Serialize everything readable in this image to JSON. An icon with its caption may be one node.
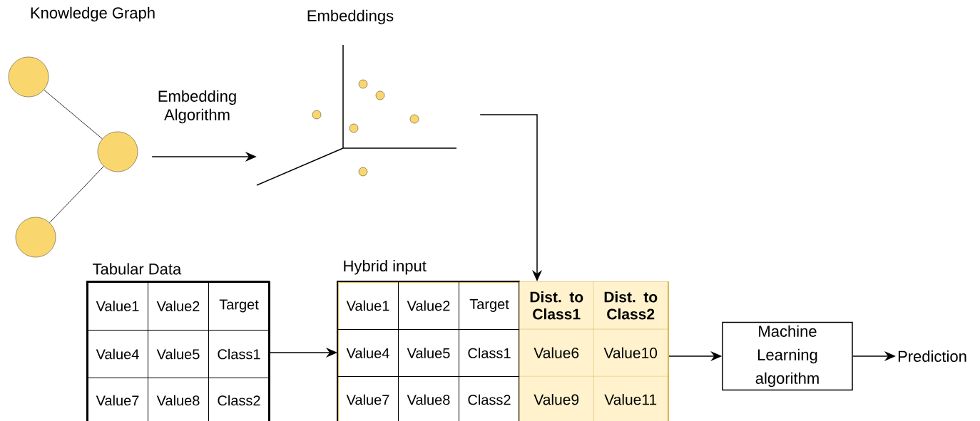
{
  "diagram": {
    "nodes": [
      {
        "text": [],
        "shape": "circle"
      },
      {
        "text": [],
        "shape": "circle"
      },
      {
        "text": [],
        "shape": "circle"
      },
      {
        "text": [
          "Embeddings"
        ]
      },
      {
        "text": [
          "Tabular Data"
        ]
      },
      {
        "text": [
          "Value1"
        ],
        "in": 4
      },
      {
        "text": [
          "Value2"
        ],
        "in": 4
      },
      {
        "text": [
          "Target"
        ],
        "in": 4
      },
      {
        "text": [
          "Value4"
        ],
        "in": 4
      },
      {
        "text": [
          "Value5"
        ],
        "in": 4
      },
      {
        "text": [
          "Class1"
        ],
        "in": 4
      },
      {
        "text": [
          "Value7"
        ],
        "in": 4
      },
      {
        "text": [
          "Value8"
        ],
        "in": 4
      },
      {
        "text": [
          "Class2"
        ],
        "in": 4
      },
      {
        "text": [
          "Hybrid input"
        ]
      },
      {
        "text": [
          "Value1"
        ],
        "in": 14
      },
      {
        "text": [
          "Value2"
        ],
        "in": 14
      },
      {
        "text": [
          "Target"
        ],
        "in": 14
      },
      {
        "text": [
          "Dist. to Class1"
        ],
        "in": 14
      },
      {
        "text": [
          "Dist. to Class2"
        ],
        "in": 14
      },
      {
        "text": [
          "Value4"
        ],
        "in": 14
      },
      {
        "text": [
          "Value5"
        ],
        "in": 14
      },
      {
        "text": [
          "Class1"
        ],
        "in": 14
      },
      {
        "text": [
          "Value6"
        ],
        "in": 14
      },
      {
        "text": [
          "Value10"
        ],
        "in": 14
      },
      {
        "text": [
          "Value7"
        ],
        "in": 14
      },
      {
        "text": [
          "Value8"
        ],
        "in": 14
      },
      {
        "text": [
          "Class2"
        ],
        "in": 14
      },
      {
        "text": [
          "Value9"
        ],
        "in": 14
      },
      {
        "text": [
          "Value11"
        ],
        "in": 14
      },
      {
        "text": [
          "Machine Learning algorithm"
        ]
      },
      {
        "text": [
          "Prediction"
        ]
      }
    ],
    "edges": [
      {
        "from": 0,
        "to": 1,
        "arrow": "none"
      },
      {
        "from": 1,
        "to": 2,
        "arrow": "none"
      },
      {
        "from": 1,
        "to": 3,
        "arrow": "to",
        "label": "Embedding Algorithm"
      },
      {
        "from": 3,
        "to": 14,
        "arrow": "to"
      },
      {
        "from": 4,
        "to": 14,
        "arrow": "to"
      },
      {
        "from": 14,
        "to": 30,
        "arrow": "to"
      },
      {
        "from": 30,
        "to": 31,
        "arrow": "to"
      }
    ],
    "labels": [
      "Knowledge Graph"
    ]
  }
}
